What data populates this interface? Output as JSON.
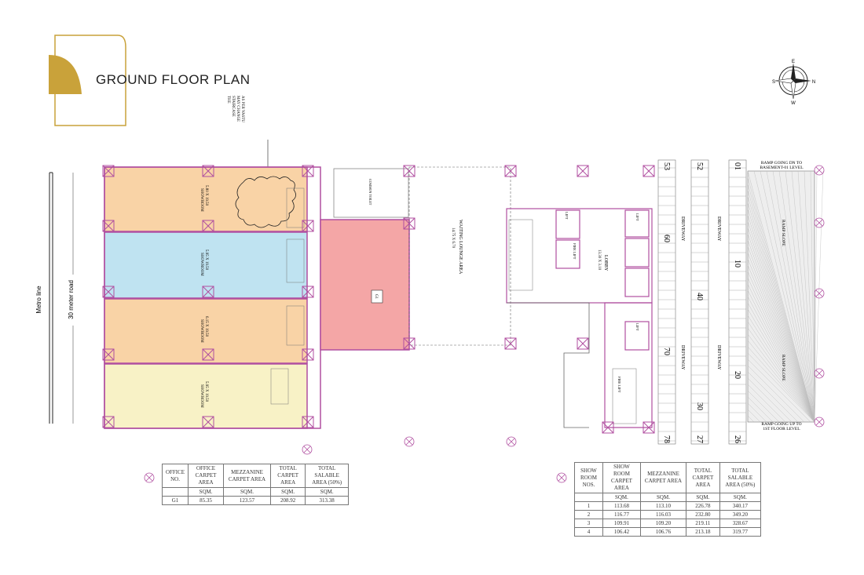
{
  "title": "GROUND FLOOR PLAN",
  "compass": {
    "n": "N",
    "s": "S",
    "e": "E",
    "w": "W"
  },
  "labels": {
    "metro_line": "Metro line",
    "road": "30 meter road",
    "staircase_note": [
      "THE",
      "STAIRCASE",
      "MAY CHANGE",
      "AS PER VASTU"
    ],
    "showrooms": [
      {
        "name": "SHOWROOM",
        "dims": "5.80 X 19.50"
      },
      {
        "name": "SHOWROOM",
        "dims": "5.95 X 19.50"
      },
      {
        "name": "SHOWROOM",
        "dims": "6.15 X 19.50"
      },
      {
        "name": "SHOWROOM",
        "dims": "5.95 X 19.50"
      }
    ],
    "waiting": [
      "WAITING LOUNGE AREA",
      "14.75 X 6.70"
    ],
    "lobby": [
      "LOBBY",
      "13.30 X 3.10"
    ],
    "driveway": "DRIVEWAY",
    "ramp_slope": "RAMP SLOPE",
    "ramp_down": [
      "RAMP GOING DN TO",
      "BASEMENT-01 LEVEL"
    ],
    "ramp_up": [
      "RAMP GOING UP TO",
      "1ST FLOOR LEVEL"
    ],
    "lift": "LIFT",
    "fire_lift": "FIRE LIFT",
    "common_toilet": "COMMON TOILET",
    "office": "G1"
  },
  "parking_numbers": [
    "53",
    "60",
    "70",
    "78",
    "52",
    "40",
    "30",
    "27",
    "01",
    "10",
    "20",
    "26"
  ],
  "office_table": {
    "headers": [
      "OFFICE NO.",
      "OFFICE CARPET AREA",
      "MEZZANINE CARPET AREA",
      "TOTAL CARPET AREA",
      "TOTAL SALABLE AREA (50%)"
    ],
    "units": [
      "",
      "SQM.",
      "SQM.",
      "SQM.",
      "SQM."
    ],
    "rows": [
      [
        "G1",
        "85.35",
        "123.57",
        "208.92",
        "313.38"
      ]
    ]
  },
  "showroom_table": {
    "headers": [
      "SHOW ROOM NOS.",
      "SHOW ROOM CARPET AREA",
      "MEZZANINE CARPET AREA",
      "TOTAL CARPET AREA",
      "TOTAL SALABLE AREA (50%)"
    ],
    "units": [
      "",
      "SQM.",
      "SQM.",
      "SQM.",
      "SQM."
    ],
    "rows": [
      [
        "1",
        "113.68",
        "113.10",
        "226.78",
        "340.17"
      ],
      [
        "2",
        "116.77",
        "116.03",
        "232.80",
        "349.20"
      ],
      [
        "3",
        "109.91",
        "109.20",
        "219.11",
        "328.67"
      ],
      [
        "4",
        "106.42",
        "106.76",
        "213.18",
        "319.77"
      ]
    ]
  },
  "colors": {
    "gold": "#c9a23a",
    "showroom_orange": "#f9d3a6",
    "showroom_blue": "#bfe3f1",
    "showroom_yellow": "#f8f2c6",
    "office_pink": "#f4a6a6",
    "wall": "#b04fa0"
  }
}
